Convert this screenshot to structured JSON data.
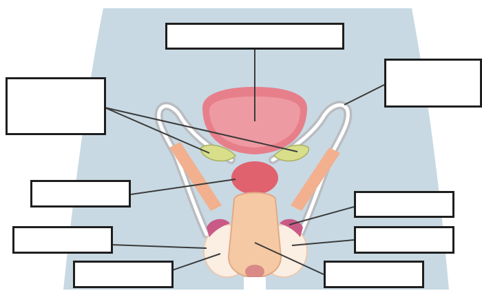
{
  "diagram": {
    "type": "unlabeled anatomical diagram",
    "colors": {
      "body_silhouette": "#c8d9e3",
      "bladder": "#e77f8b",
      "bladder_inner": "#ee9aa2",
      "duct": "#b9bcc0",
      "duct_inner": "#ffffff",
      "vesicle": "#d8de8a",
      "gland": "#e0626e",
      "shaft": "#f5c9a4",
      "flesh": "#f2b08f",
      "scrotal": "#fbeee2",
      "epididymis": "#c95a86",
      "label_border": "#1e1e1e",
      "leader_line": "#3a3a3a"
    },
    "labels": [
      {
        "id": "label-top",
        "text": ""
      },
      {
        "id": "label-upper-left",
        "text": ""
      },
      {
        "id": "label-upper-right",
        "text": ""
      },
      {
        "id": "label-mid-left",
        "text": ""
      },
      {
        "id": "label-right-upper",
        "text": ""
      },
      {
        "id": "label-left-lower",
        "text": ""
      },
      {
        "id": "label-right-lower",
        "text": ""
      },
      {
        "id": "label-bottom-left",
        "text": ""
      },
      {
        "id": "label-bottom-right",
        "text": ""
      }
    ]
  }
}
